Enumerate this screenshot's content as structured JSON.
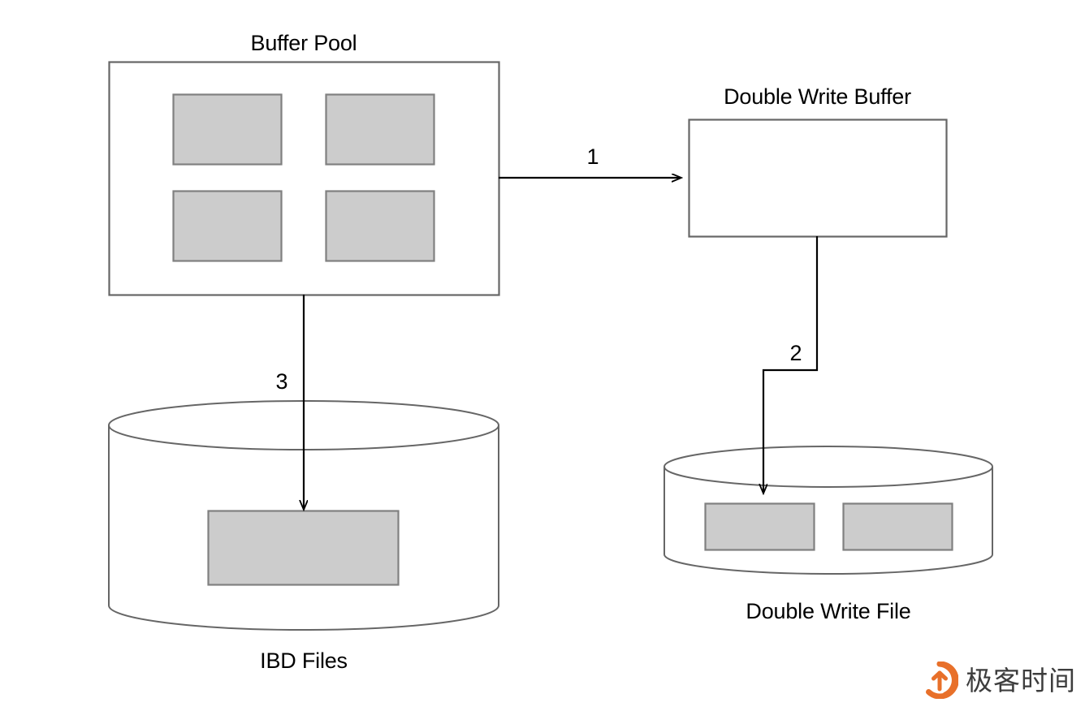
{
  "diagram": {
    "title_nodes": [
      {
        "id": "buffer-pool",
        "label": "Buffer Pool"
      },
      {
        "id": "double-write-buffer",
        "label": "Double Write Buffer"
      },
      {
        "id": "ibd-files",
        "label": "IBD Files"
      },
      {
        "id": "double-write-file",
        "label": "Double Write File"
      }
    ],
    "edges": [
      {
        "id": "edge-1",
        "label": "1",
        "from": "buffer-pool",
        "to": "double-write-buffer"
      },
      {
        "id": "edge-2",
        "label": "2",
        "from": "double-write-buffer",
        "to": "double-write-file"
      },
      {
        "id": "edge-3",
        "label": "3",
        "from": "buffer-pool",
        "to": "ibd-files"
      }
    ],
    "colors": {
      "stroke": "#666666",
      "page_fill": "#cccccc",
      "arrow": "#000000",
      "text": "#000000",
      "background": "#ffffff",
      "watermark_accent": "#e8702a",
      "watermark_text": "#3d3d3d"
    },
    "buffer_pool": {
      "label": "Buffer Pool",
      "pages": [
        "page",
        "page",
        "page",
        "page"
      ]
    },
    "double_write_buffer": {
      "label": "Double Write Buffer",
      "pages": []
    },
    "ibd_files": {
      "label": "IBD Files",
      "pages": [
        "page"
      ]
    },
    "double_write_file": {
      "label": "Double Write File",
      "pages": [
        "page",
        "page"
      ]
    }
  },
  "watermark": {
    "text": "极客时间",
    "logo_name": "geektime-logo"
  }
}
